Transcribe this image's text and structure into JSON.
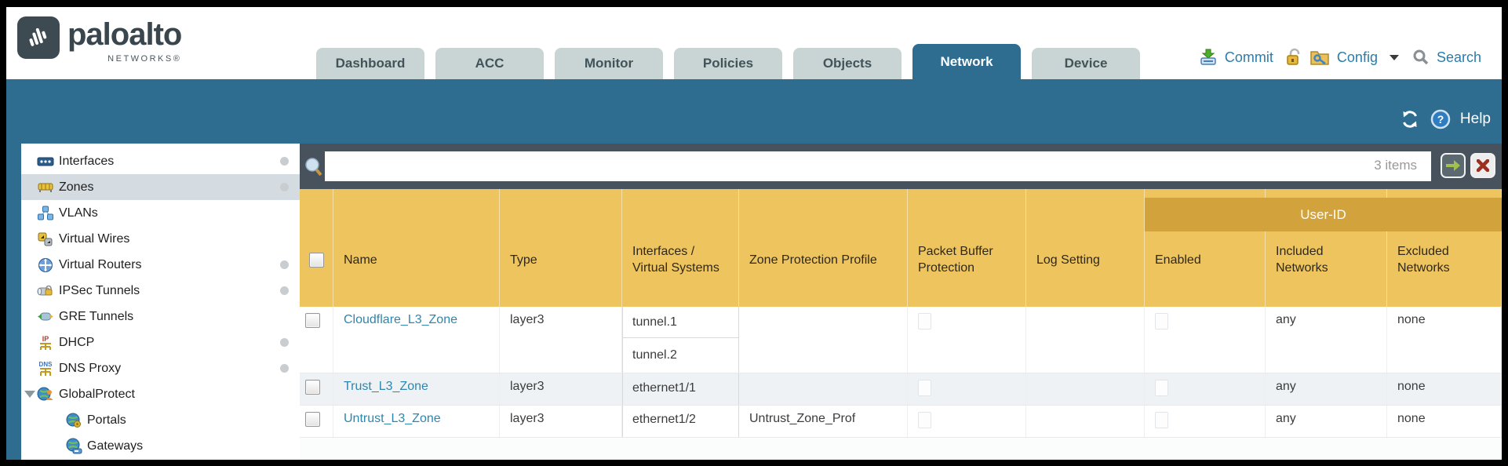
{
  "brand": {
    "name": "paloalto",
    "subtitle": "NETWORKS®"
  },
  "nav_tabs": [
    {
      "label": "Dashboard"
    },
    {
      "label": "ACC"
    },
    {
      "label": "Monitor"
    },
    {
      "label": "Policies"
    },
    {
      "label": "Objects"
    },
    {
      "label": "Network",
      "active": true
    },
    {
      "label": "Device"
    }
  ],
  "top_actions": {
    "commit": "Commit",
    "config": "Config",
    "search": "Search"
  },
  "band": {
    "help": "Help"
  },
  "sidebar": {
    "items": [
      {
        "label": "Interfaces",
        "icon": "interfaces-icon",
        "dot": true
      },
      {
        "label": "Zones",
        "icon": "zones-icon",
        "dot": true,
        "selected": true
      },
      {
        "label": "VLANs",
        "icon": "vlans-icon"
      },
      {
        "label": "Virtual Wires",
        "icon": "virtual-wires-icon"
      },
      {
        "label": "Virtual Routers",
        "icon": "virtual-routers-icon",
        "dot": true
      },
      {
        "label": "IPSec Tunnels",
        "icon": "ipsec-tunnels-icon",
        "dot": true
      },
      {
        "label": "GRE Tunnels",
        "icon": "gre-tunnels-icon"
      },
      {
        "label": "DHCP",
        "icon": "dhcp-icon",
        "dot": true
      },
      {
        "label": "DNS Proxy",
        "icon": "dns-proxy-icon",
        "dot": true
      },
      {
        "label": "GlobalProtect",
        "icon": "globalprotect-icon",
        "expanded": true
      },
      {
        "label": "Portals",
        "icon": "portals-icon",
        "child": true
      },
      {
        "label": "Gateways",
        "icon": "gateways-icon",
        "child": true
      }
    ]
  },
  "toolbar": {
    "search_value": "",
    "items_count": "3 items"
  },
  "table": {
    "group_header": "User-ID",
    "columns": [
      "",
      "Name",
      "Type",
      "Interfaces / Virtual Systems",
      "Zone Protection Profile",
      "Packet Buffer Protection",
      "Log Setting",
      "Enabled",
      "Included Networks",
      "Excluded Networks"
    ],
    "rows": [
      {
        "name": "Cloudflare_L3_Zone",
        "type": "layer3",
        "interfaces": [
          "tunnel.1",
          "tunnel.2"
        ],
        "zone_protection_profile": "",
        "log_setting": "",
        "included_networks": "any",
        "excluded_networks": "none"
      },
      {
        "name": "Trust_L3_Zone",
        "type": "layer3",
        "interfaces": [
          "ethernet1/1"
        ],
        "zone_protection_profile": "",
        "log_setting": "",
        "included_networks": "any",
        "excluded_networks": "none"
      },
      {
        "name": "Untrust_L3_Zone",
        "type": "layer3",
        "interfaces": [
          "ethernet1/2"
        ],
        "zone_protection_profile": "Untrust_Zone_Prof",
        "log_setting": "",
        "included_networks": "any",
        "excluded_networks": "none"
      }
    ]
  },
  "colors": {
    "teal": "#2f6d90",
    "header_orange": "#eec45f",
    "userid_band": "#d2a23c",
    "toolbar_dark": "#47525c",
    "link_blue": "#2f86ad",
    "action_blue": "#2b7cab"
  }
}
